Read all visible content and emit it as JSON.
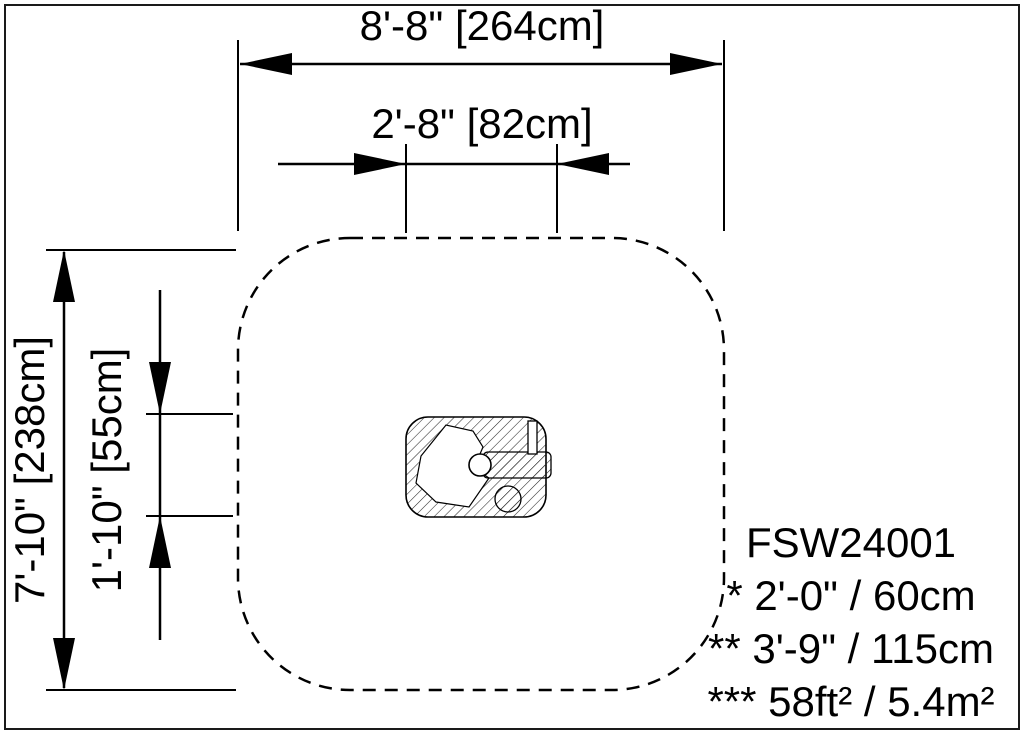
{
  "drawing": {
    "dimensions": {
      "width_outer": "8'-8\" [264cm]",
      "width_inner": "2'-8\" [82cm]",
      "height_outer": "7'-10\" [238cm]",
      "height_inner": "1'-10\" [55cm]"
    },
    "annotations": {
      "model": "FSW24001",
      "note_1": "* 2'-0\" / 60cm",
      "note_2": "** 3'-9\" / 115cm",
      "note_3": "*** 58ft² / 5.4m²"
    },
    "colors": {
      "line": "#000000",
      "background": "#ffffff"
    }
  }
}
